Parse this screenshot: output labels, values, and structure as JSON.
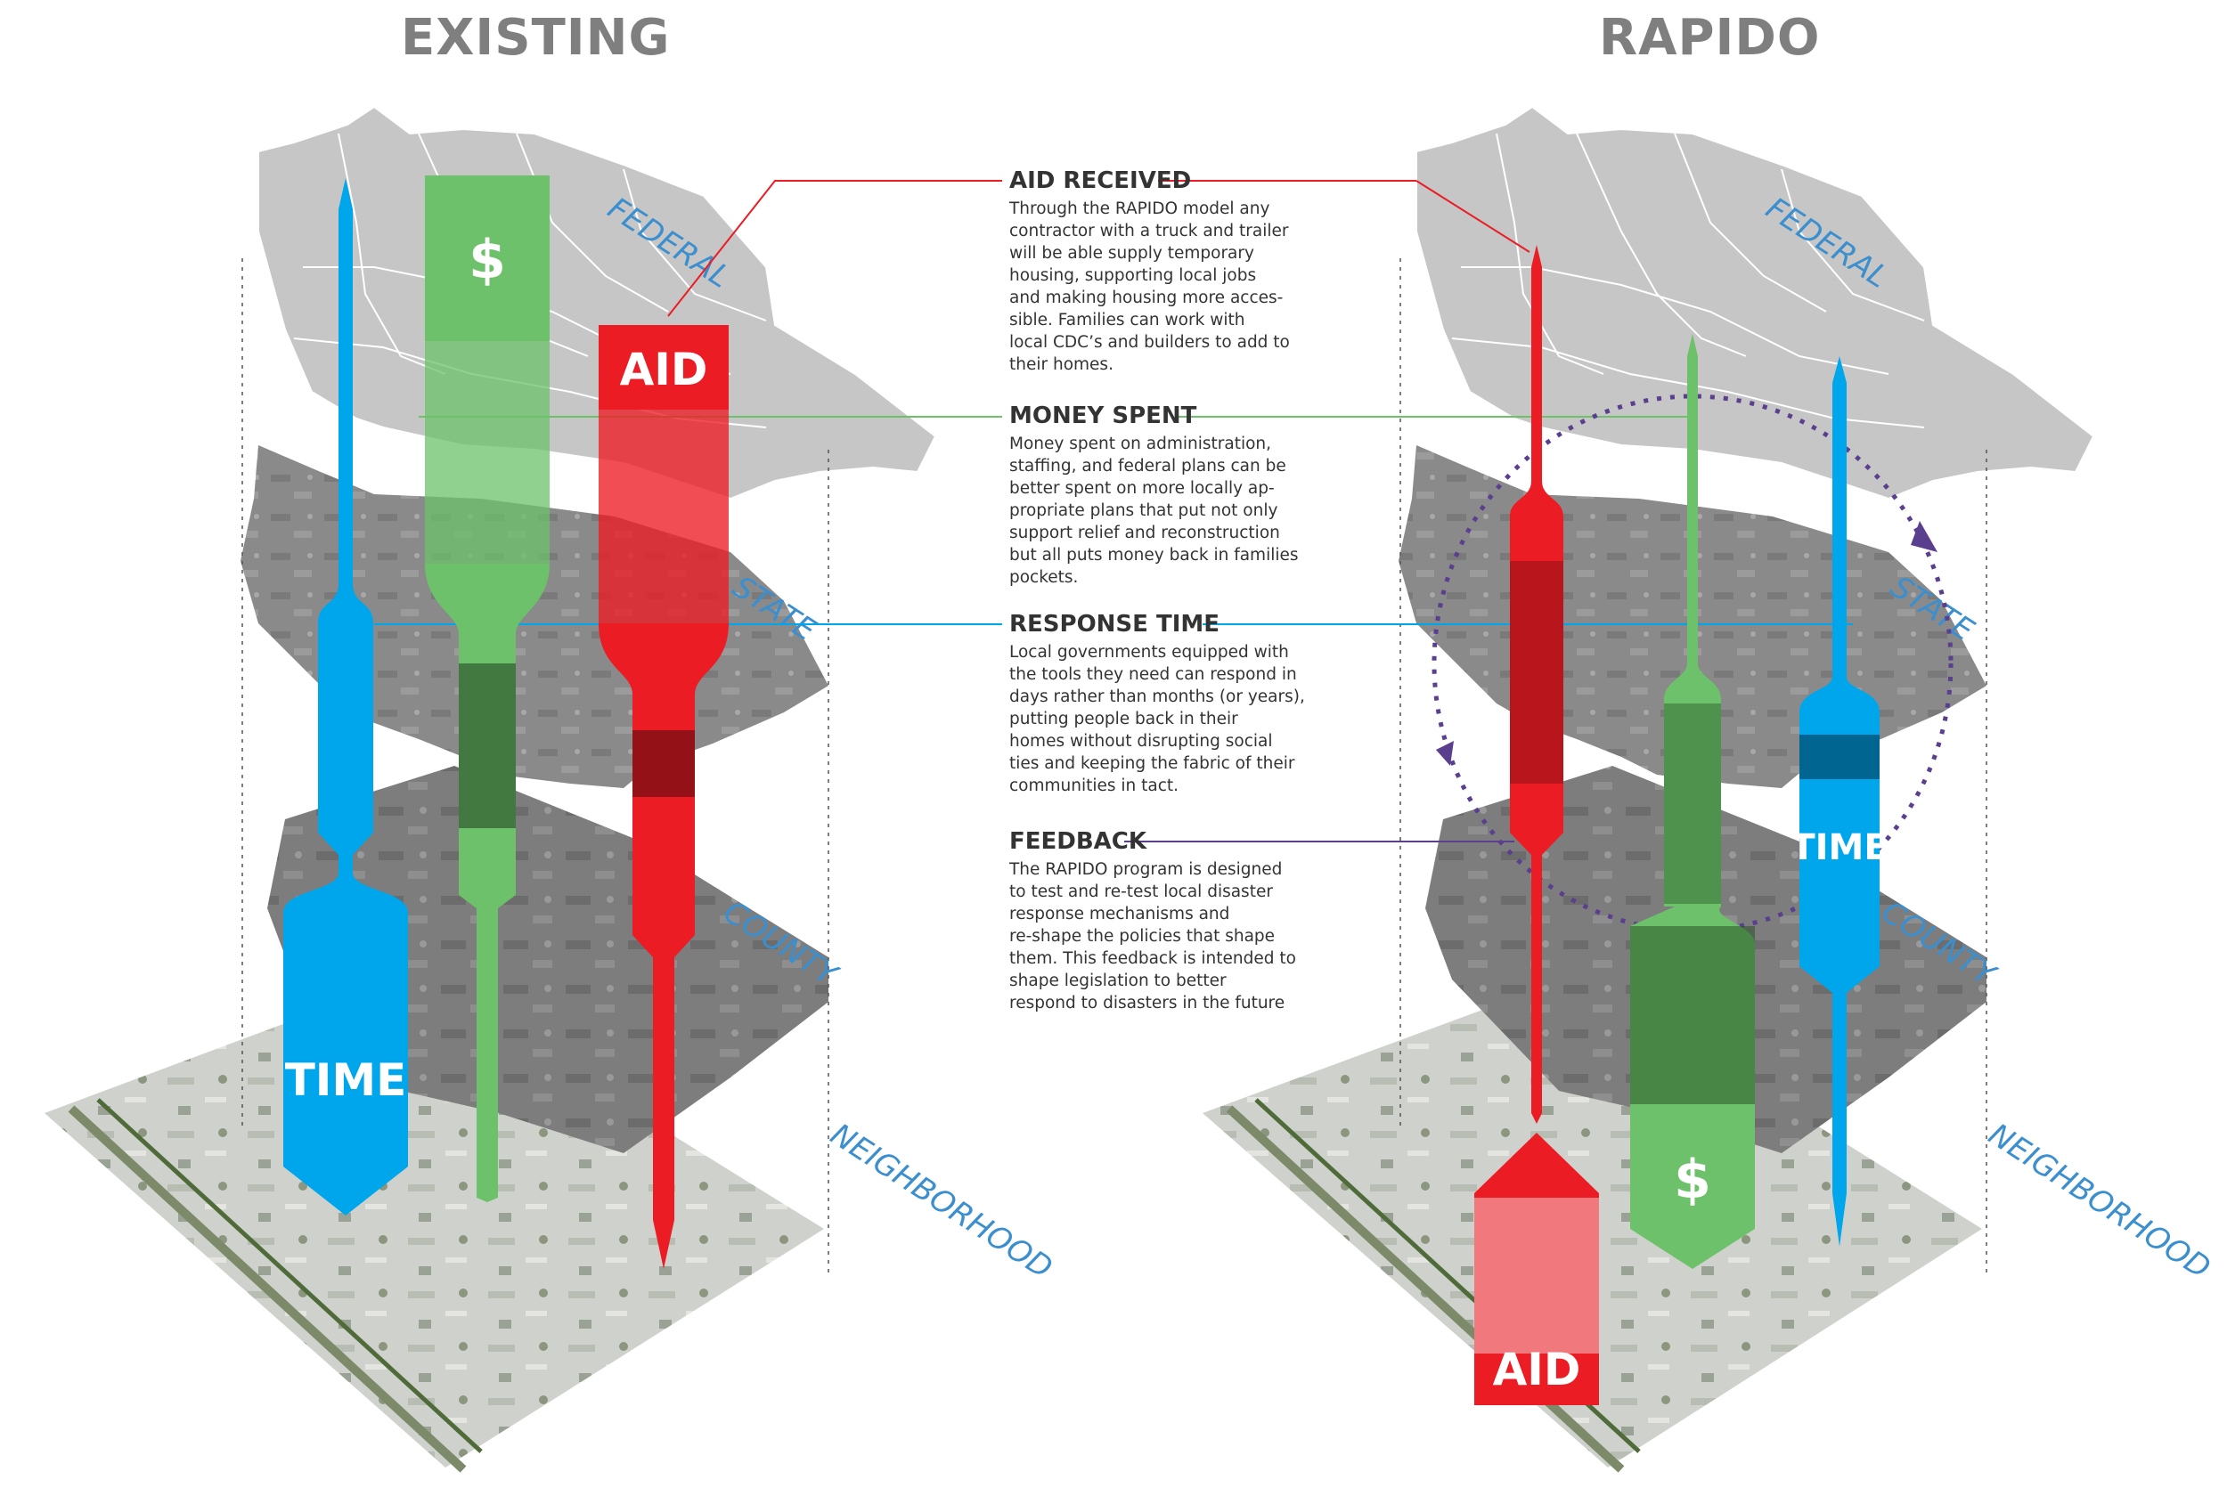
{
  "titles": {
    "existing": "EXISTING",
    "rapido": "RAPIDO"
  },
  "levels": {
    "federal": "FEDERAL",
    "state": "STATE",
    "county": "COUNTY",
    "neighborhood": "NEIGHBORHOOD"
  },
  "bar_labels": {
    "money": "$",
    "aid": "AID",
    "time": "TIME"
  },
  "colors": {
    "time": "#00a6ec",
    "money": "#6cc16a",
    "aid": "#ec1c24",
    "feedback": "#5b3f8f",
    "level_text": "#3b8fcf",
    "title": "#7f7f7f"
  },
  "blocks": [
    {
      "heading": "AID RECEIVED",
      "lines": [
        "Through the RAPIDO model any",
        "contractor with a truck and trailer",
        "will be able supply temporary",
        "housing, supporting local jobs",
        "and making housing more acces-",
        "sible.  Families can work with",
        "local CDC’s and builders to add to",
        "their homes."
      ]
    },
    {
      "heading": "MONEY SPENT",
      "lines": [
        "Money spent on administration,",
        "staffing,  and federal plans can be",
        "better spent on more locally ap-",
        "propriate plans that put not only",
        "support relief and reconstruction",
        "but all puts money back in families",
        "pockets."
      ]
    },
    {
      "heading": "RESPONSE TIME",
      "lines": [
        "Local governments equipped with",
        "the tools they need can respond in",
        "days rather than months (or years),",
        "putting people back in their",
        "homes without disrupting social",
        "ties and keeping the fabric of their",
        "communities in tact."
      ]
    },
    {
      "heading": "FEEDBACK",
      "lines": [
        "The RAPIDO program is designed",
        "to test and re-test local disaster",
        "response mechanisms and",
        "re-shape the policies that shape",
        "them.  This feedback is intended to",
        "shape legislation to better",
        "respond to disasters in the future"
      ]
    }
  ]
}
